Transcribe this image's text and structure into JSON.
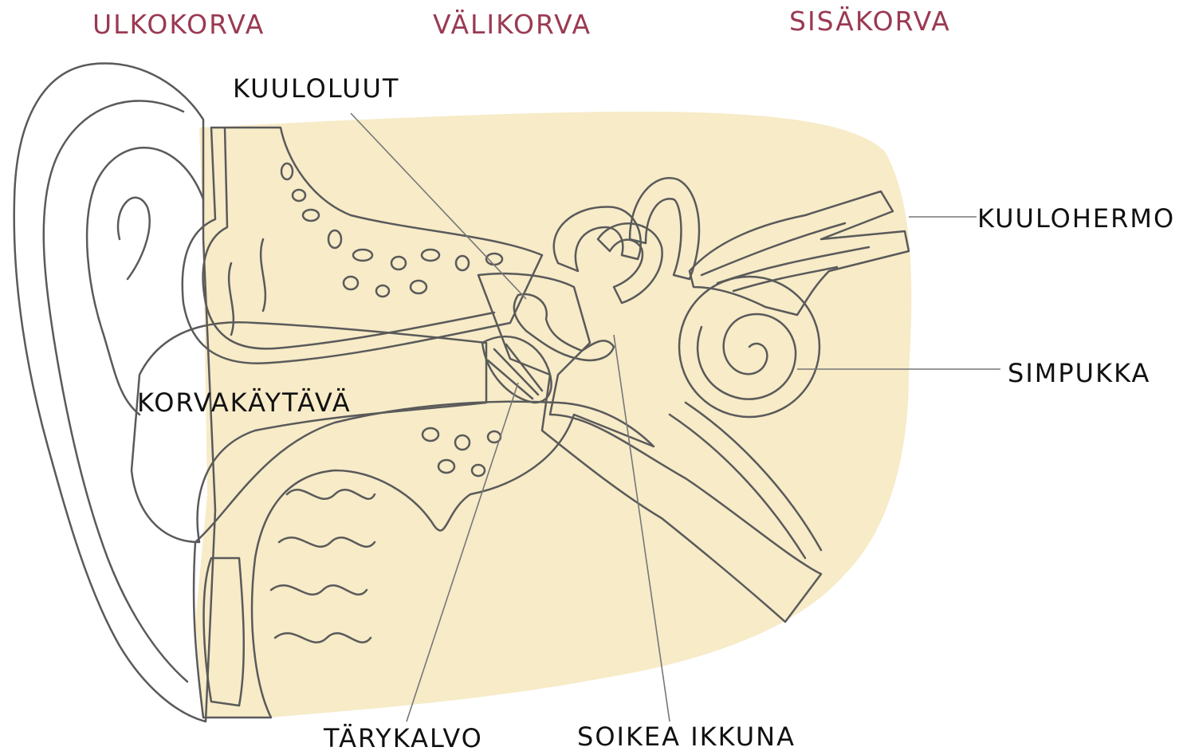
{
  "colors": {
    "region_label": "#9a3a52",
    "skin": "#f2e0bd",
    "tissue": "#f7ebc8",
    "canal": "#ead4ab",
    "bone": "#ffffff",
    "inner_ear": "#f2b3a0",
    "nerve": "#f4ec78",
    "outline": "#5a5a5a"
  },
  "regions": {
    "outer_ear": "ULKOKORVA",
    "middle_ear": "VÄLIKORVA",
    "inner_ear": "SISÄKORVA"
  },
  "labels": {
    "ossicles": "KUULOLUUT",
    "auditory_nerve": "KUULOHERMO",
    "cochlea": "SIMPUKKA",
    "ear_canal": "KORVAKÄYTÄVÄ",
    "eardrum": "TÄRYKALVO",
    "oval_window": "SOIKEA IKKUNA"
  }
}
